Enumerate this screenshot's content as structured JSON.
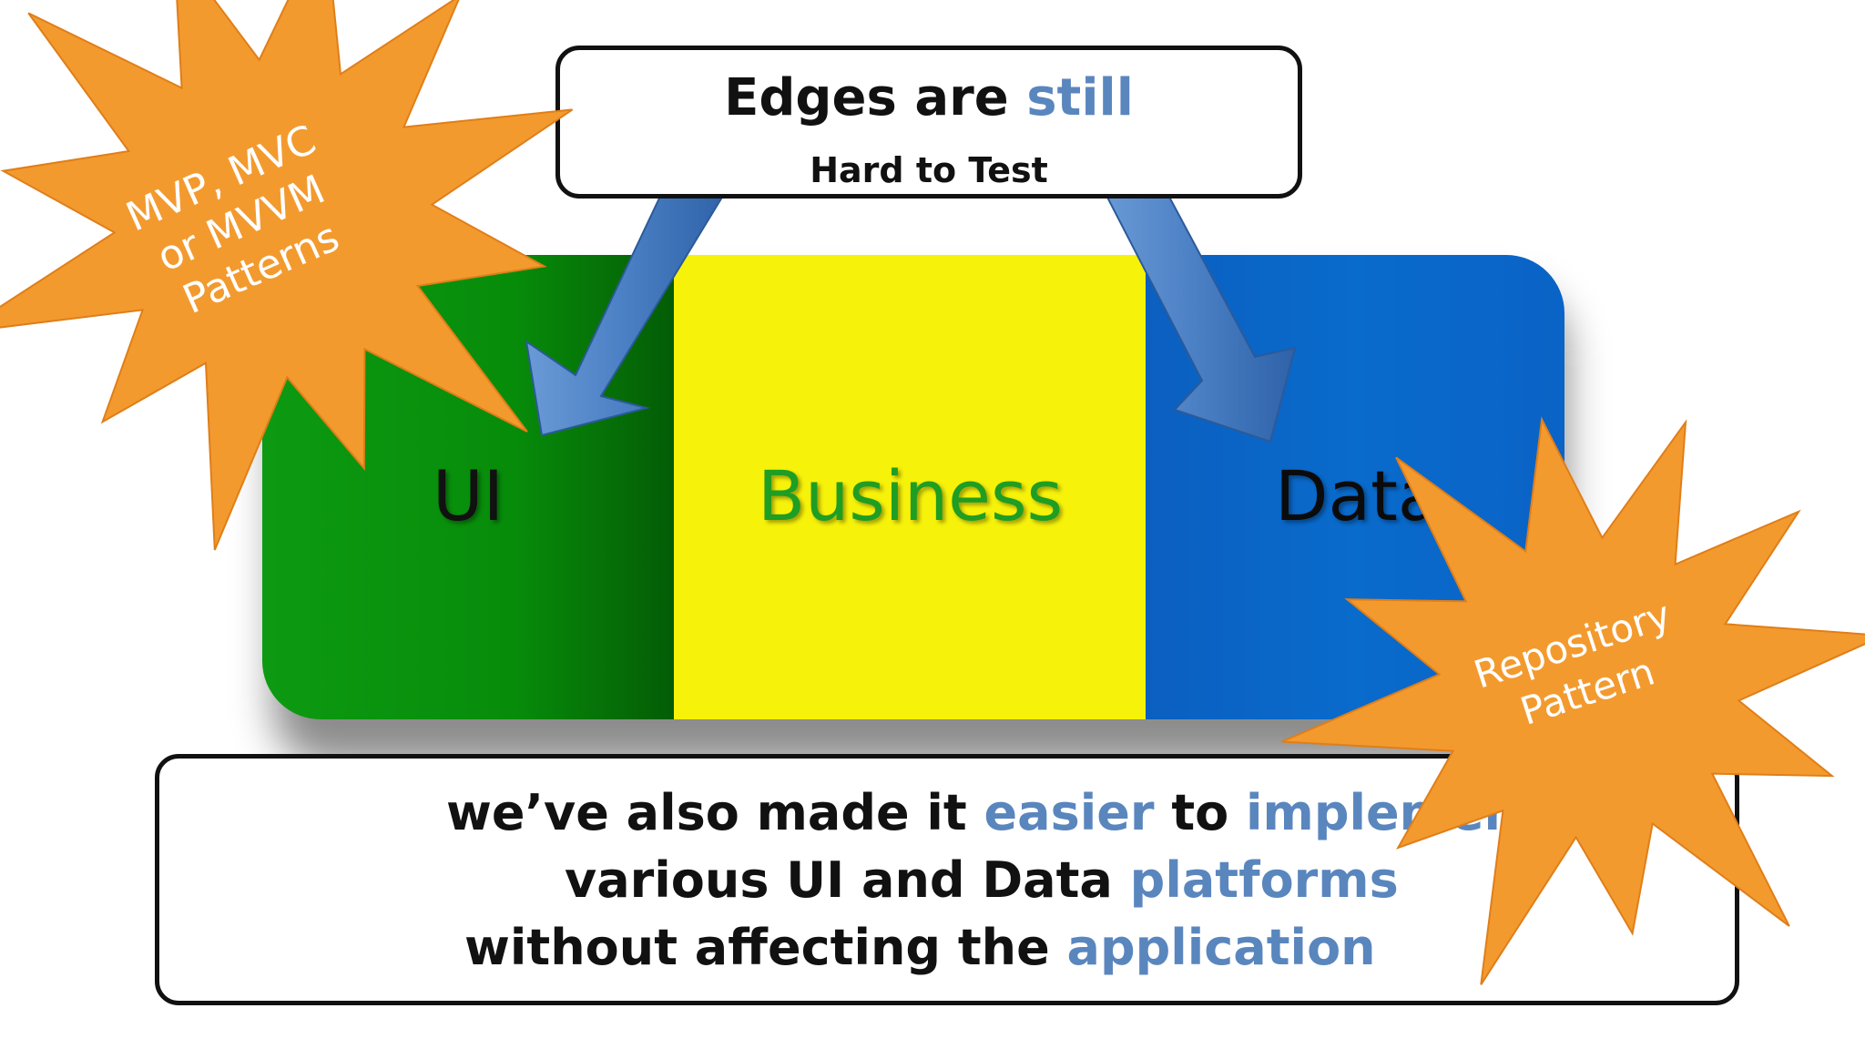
{
  "top_callout": {
    "line1_prefix": "Edges are ",
    "line1_accent": "still",
    "line2": "Hard to Test"
  },
  "layers": {
    "ui": "UI",
    "business": "Business",
    "data": "Data"
  },
  "bursts": {
    "left": {
      "line1": "MVP, MVC",
      "line2": "or MVVM",
      "line3": "Patterns"
    },
    "right": {
      "line1": "Repository",
      "line2": "Pattern"
    }
  },
  "bottom_callout": {
    "line1_a": "we’ve also made it ",
    "line1_b": "easier",
    "line1_c": " to ",
    "line1_d": "implement",
    "line2_a": "various UI and Data ",
    "line2_b": "platforms",
    "line3_a": "without affecting the ",
    "line3_b": "application"
  },
  "colors": {
    "ui_green": "#0d9a12",
    "business_yellow": "#f7f20a",
    "data_blue": "#0b5fc0",
    "accent_text": "#5a86be",
    "burst_orange": "#f39a2e",
    "arrow_blue": "#4a7fc4"
  }
}
